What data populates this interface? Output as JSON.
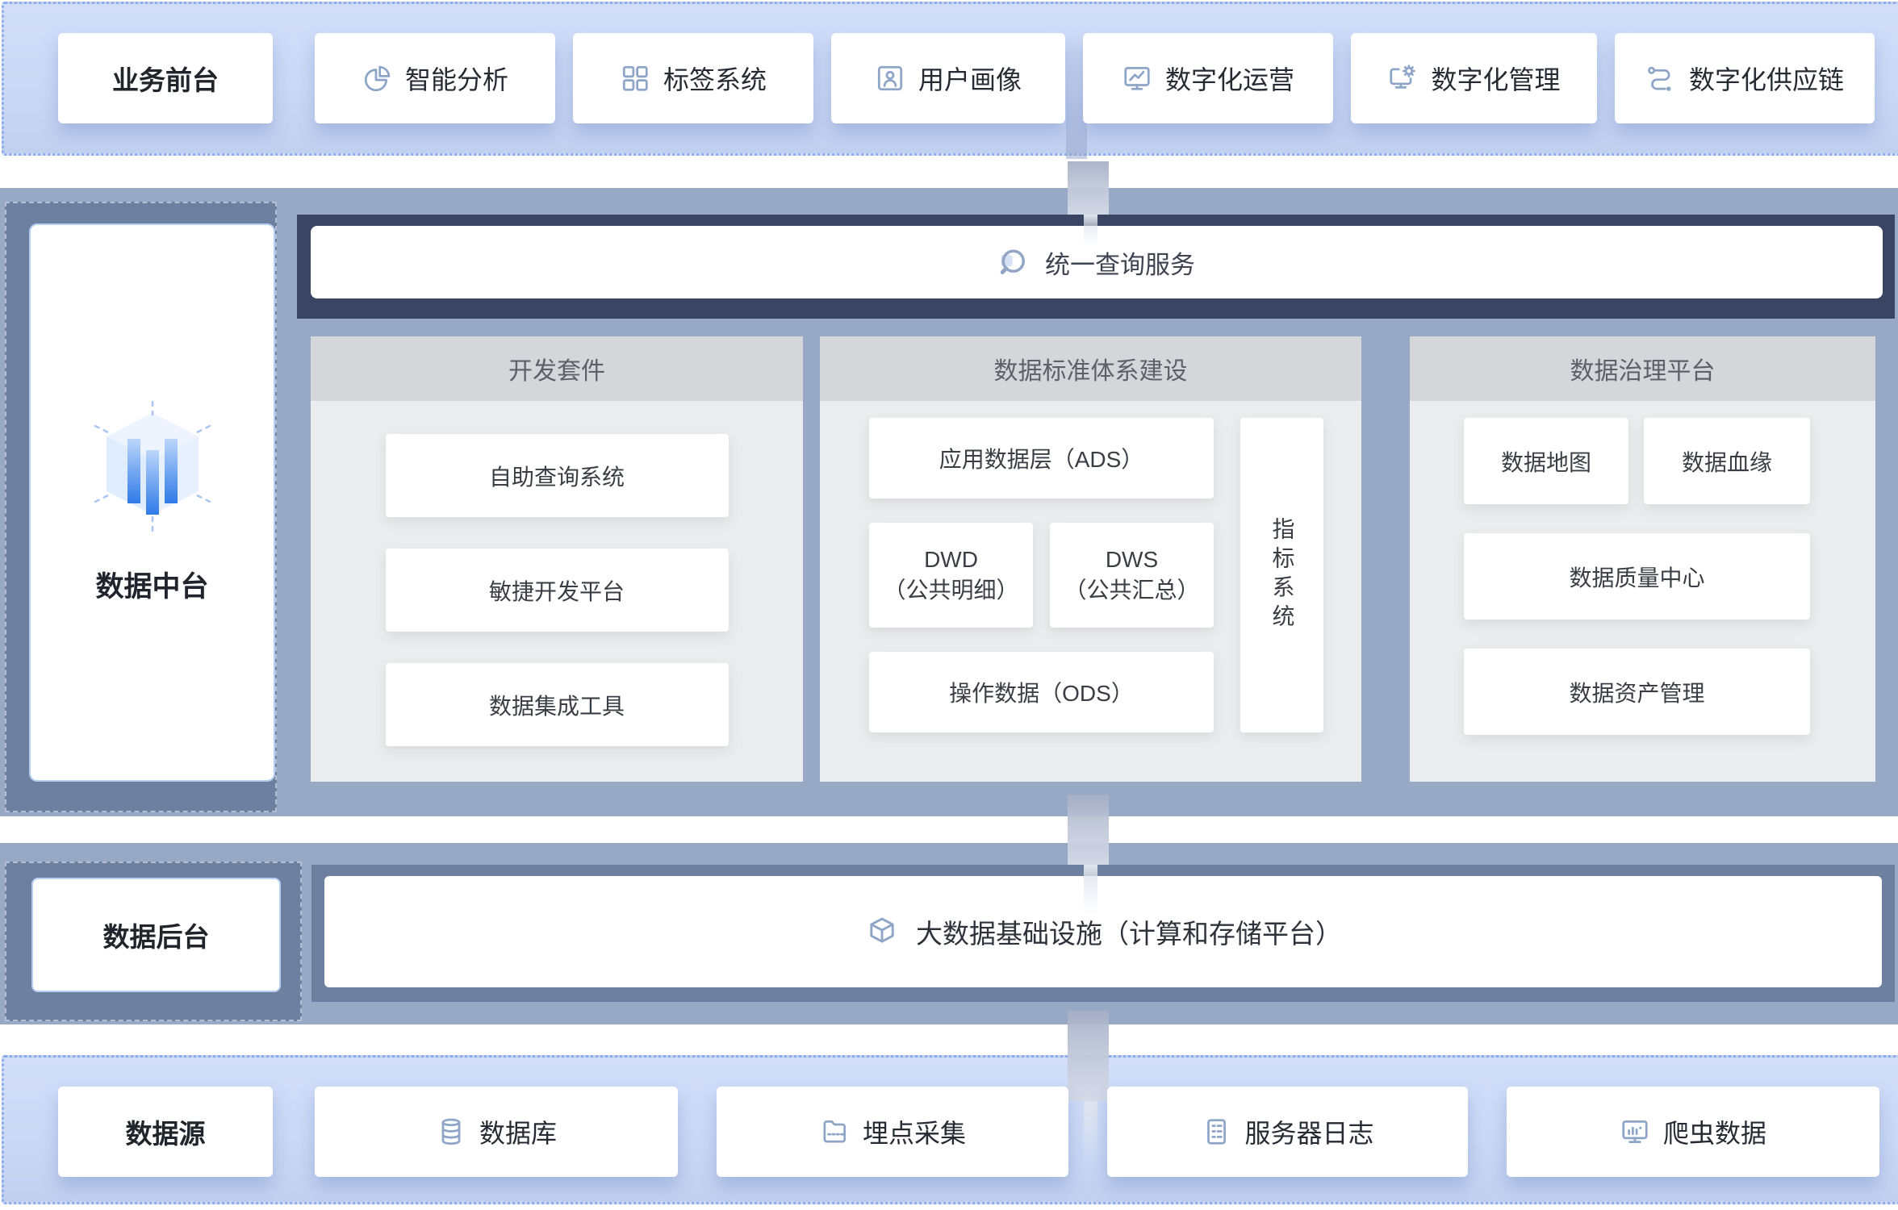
{
  "colors": {
    "section_blue": "#cddbf7",
    "dotted_border": "#8cabef",
    "band": "#98a9c5",
    "dark_panel": "#6e80a0",
    "navy": "#3a4564",
    "column_header": "#d5d6d9",
    "column_body": "#ebeced",
    "icon": "#8ea5c8",
    "bar_gradient_top": "#bcd6fa",
    "bar_gradient_bottom": "#2f7ae8"
  },
  "front_office": {
    "title": "业务前台",
    "items": [
      {
        "icon": "pie-chart-icon",
        "label": "智能分析"
      },
      {
        "icon": "grid-icon",
        "label": "标签系统"
      },
      {
        "icon": "user-portrait-icon",
        "label": "用户画像"
      },
      {
        "icon": "monitor-chart-icon",
        "label": "数字化运营"
      },
      {
        "icon": "monitor-gear-icon",
        "label": "数字化管理"
      },
      {
        "icon": "route-icon",
        "label": "数字化供应链"
      }
    ]
  },
  "middle": {
    "platform_label": "数据中台",
    "query_service": "统一查询服务",
    "columns": {
      "dev_suite": {
        "title": "开发套件",
        "items": [
          "自助查询系统",
          "敏捷开发平台",
          "数据集成工具"
        ]
      },
      "standard": {
        "title": "数据标准体系建设",
        "ads": "应用数据层（ADS）",
        "dwd_line1": "DWD",
        "dwd_line2": "（公共明细）",
        "dws_line1": "DWS",
        "dws_line2": "（公共汇总）",
        "ods": "操作数据（ODS）",
        "indicator": "指标系统"
      },
      "governance": {
        "title": "数据治理平台",
        "items": [
          "数据地图",
          "数据血缘",
          "数据质量中心",
          "数据资产管理"
        ]
      }
    }
  },
  "back_office": {
    "title": "数据后台",
    "infra": "大数据基础设施（计算和存储平台）"
  },
  "data_source": {
    "title": "数据源",
    "items": [
      {
        "icon": "database-icon",
        "label": "数据库"
      },
      {
        "icon": "tracking-collect-icon",
        "label": "埋点采集"
      },
      {
        "icon": "server-log-icon",
        "label": "服务器日志"
      },
      {
        "icon": "crawler-data-icon",
        "label": "爬虫数据"
      }
    ]
  }
}
